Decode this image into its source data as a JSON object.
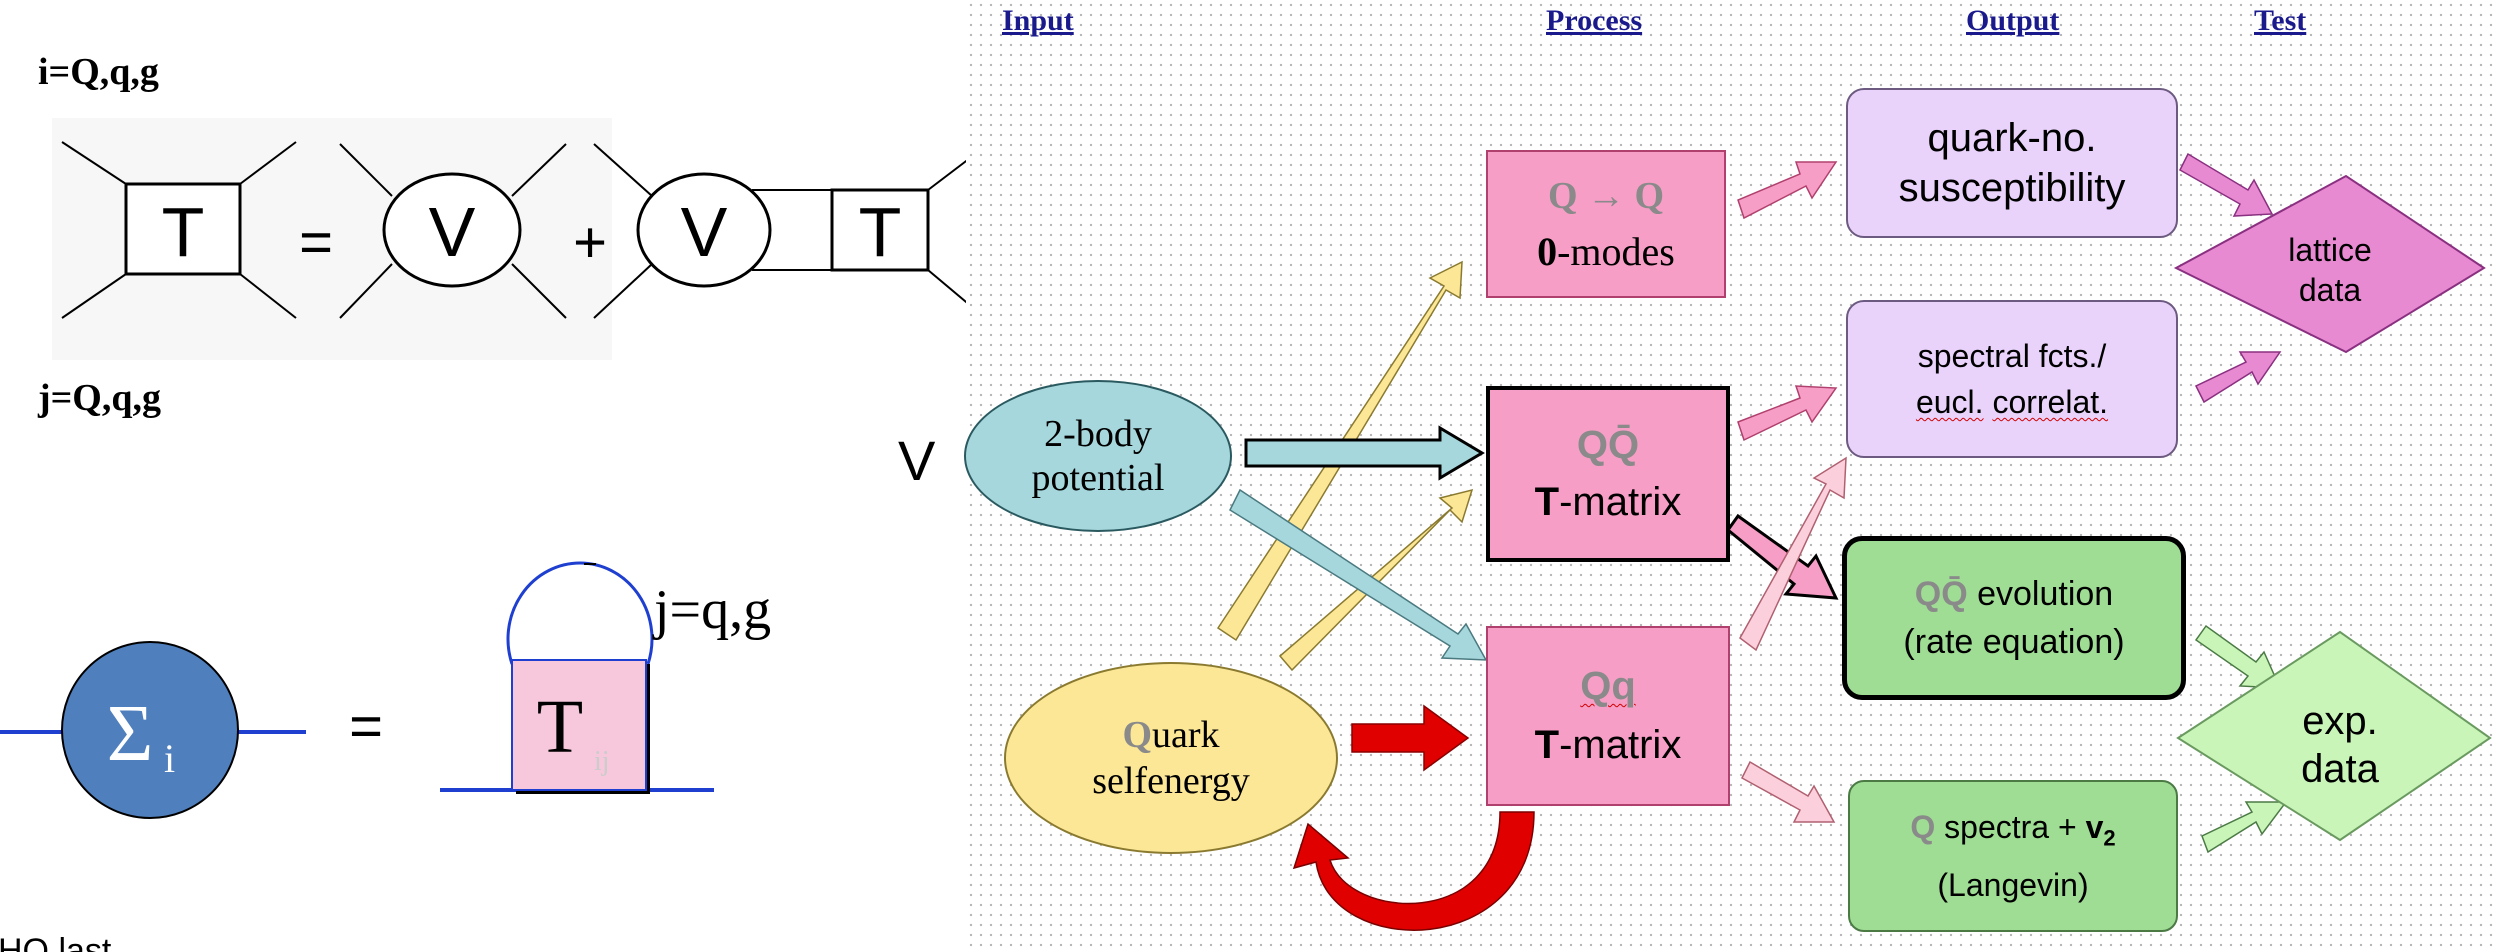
{
  "left": {
    "i_label": "i=Q,q,g",
    "j_label": "j=Q,q,g",
    "T": "T",
    "V": "V",
    "eq": "=",
    "plus": "+",
    "sigma": "Σ",
    "sigma_sub": "i",
    "T2": "T",
    "T2_sub": "ij",
    "jqg": "j=q,g",
    "bottom_cut": "HQ last"
  },
  "v_label": "V",
  "headers": {
    "input": "Input",
    "process": "Process",
    "output": "Output",
    "test": "Test"
  },
  "nodes": {
    "two_body_l1": "2-body",
    "two_body_l2": "potential",
    "quark_Q": "Q",
    "quark_rest": "uark",
    "quark_l2": "selfenergy",
    "qq0_top": "Q → Q",
    "qq0_bold": "0",
    "qq0_rest": "-modes",
    "qqbar_top": "QQ̄",
    "qqbar_T": "T",
    "qqbar_rest": "-matrix",
    "Qq_top": "Qq",
    "Qq_T": "T",
    "Qq_rest": "-matrix",
    "sus_l1": "quark-no.",
    "sus_l2": "susceptibility",
    "spec_l1": "spectral fcts./",
    "spec_l2a": "eucl.",
    "spec_l2b": "correlat.",
    "evo_grey": "QQ̄",
    "evo_rest": " evolution",
    "evo_l2": "(rate equation)",
    "qspec_Q": "Q",
    "qspec_rest": " spectra + ",
    "qspec_v": "v",
    "qspec_sub": "2",
    "qspec_l2": "(Langevin)",
    "lattice_l1": "lattice",
    "lattice_l2": "data",
    "exp_l1": "exp.",
    "exp_l2": "data"
  },
  "colors": {
    "pink": "#f79ec6",
    "lavender": "#e9d3fa",
    "green": "#9fdc94",
    "teal": "#a6d7dc",
    "yellow": "#fbe796",
    "sigma_blue": "#4f7fbd",
    "lattice_diamond": "#e88ad2",
    "exp_diamond": "#c9f5b8",
    "red_arrow": "#e00000"
  }
}
